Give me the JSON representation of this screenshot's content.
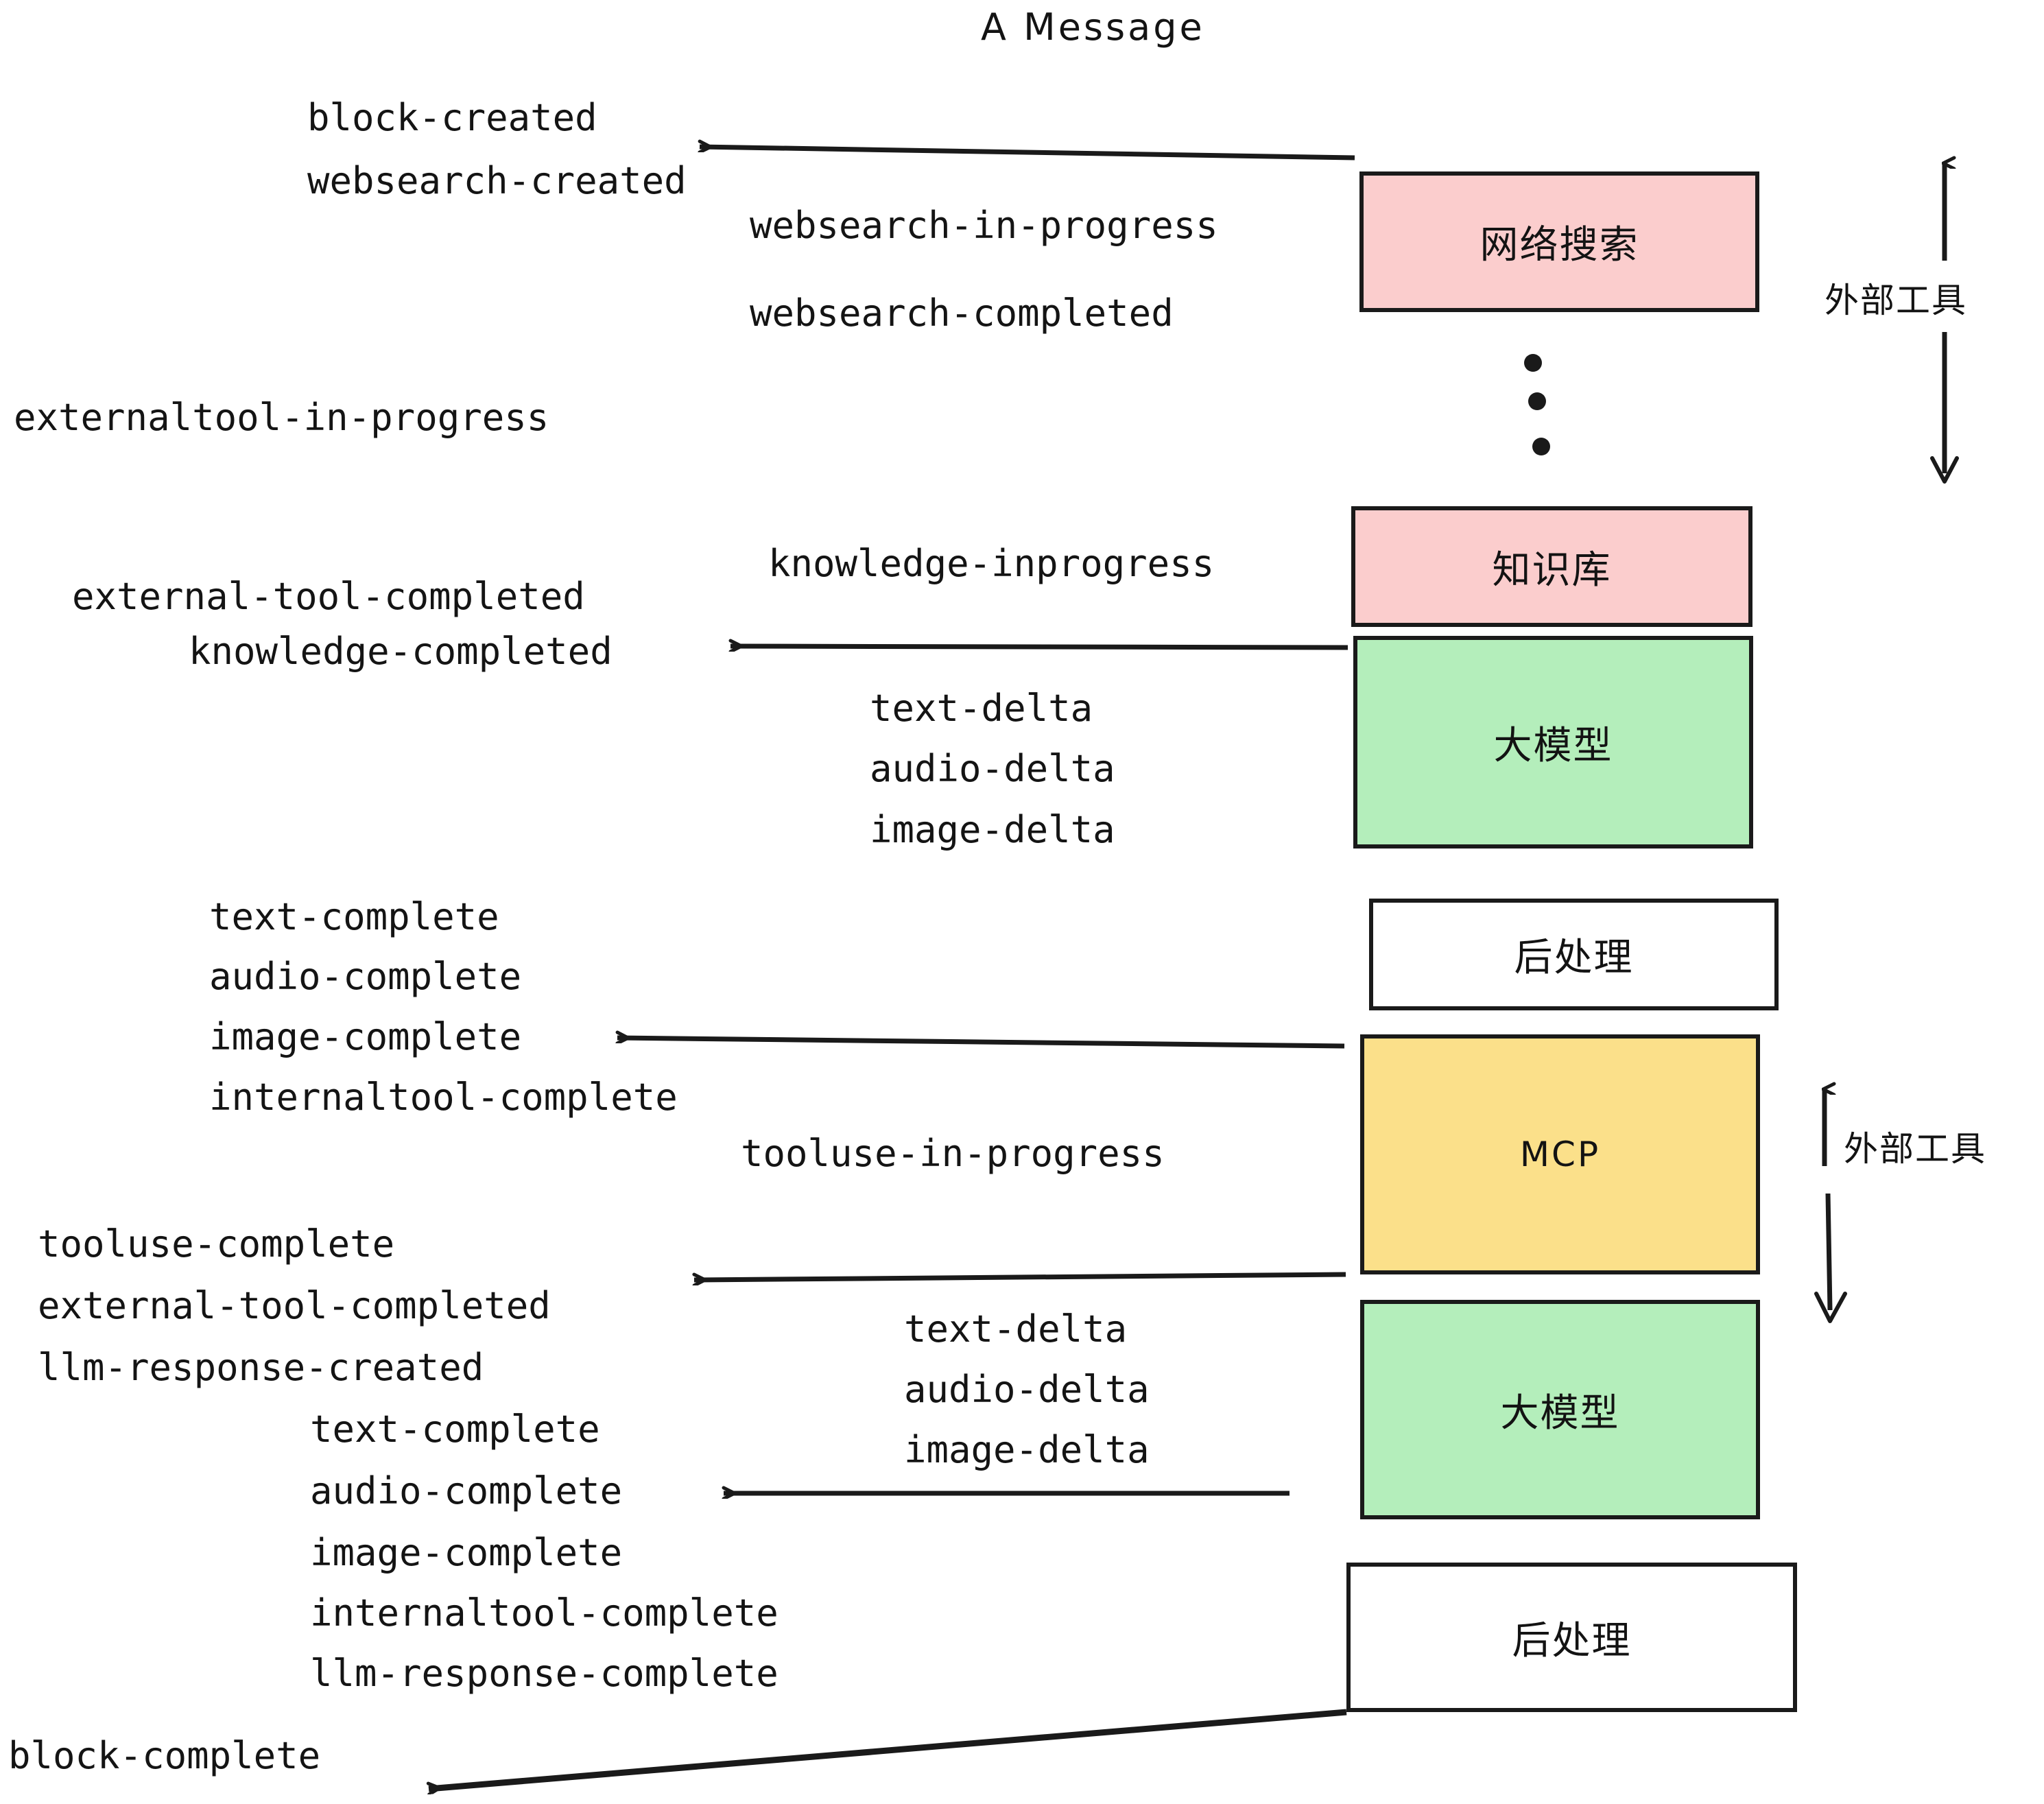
{
  "diagram": {
    "title": "A Message",
    "colors": {
      "pink": "#fbcdcd",
      "green": "#b4eebb",
      "yellow": "#fbe08a",
      "white": "#ffffff",
      "stroke": "#1a1a1a",
      "text": "#131313"
    },
    "nodes": [
      {
        "id": "websearch",
        "label": "网络搜索",
        "fill": "#fbcdcd"
      },
      {
        "id": "knowledge",
        "label": "知识库",
        "fill": "#fbcdcd"
      },
      {
        "id": "llm-1",
        "label": "大模型",
        "fill": "#b4eebb"
      },
      {
        "id": "postproc-1",
        "label": "后处理",
        "fill": "#ffffff"
      },
      {
        "id": "mcp",
        "label": "MCP",
        "fill": "#fbe08a"
      },
      {
        "id": "llm-2",
        "label": "大模型",
        "fill": "#b4eebb"
      },
      {
        "id": "postproc-2",
        "label": "后处理",
        "fill": "#ffffff"
      }
    ],
    "side_labels": [
      {
        "id": "external-tools-top",
        "label": "外部工具"
      },
      {
        "id": "external-tools-bottom",
        "label": "外部工具"
      }
    ],
    "events": [
      {
        "id": "block-created",
        "text": "block-created"
      },
      {
        "id": "websearch-created",
        "text": "websearch-created"
      },
      {
        "id": "websearch-in-progress",
        "text": "websearch-in-progress"
      },
      {
        "id": "websearch-completed",
        "text": "websearch-completed"
      },
      {
        "id": "externaltool-in-progress",
        "text": "externaltool-in-progress"
      },
      {
        "id": "knowledge-inprogress",
        "text": "knowledge-inprogress"
      },
      {
        "id": "external-tool-completed-1",
        "text": "external-tool-completed"
      },
      {
        "id": "knowledge-completed",
        "text": "knowledge-completed"
      },
      {
        "id": "text-delta-1",
        "text": "text-delta"
      },
      {
        "id": "audio-delta-1",
        "text": "audio-delta"
      },
      {
        "id": "image-delta-1",
        "text": "image-delta"
      },
      {
        "id": "text-complete-1",
        "text": "text-complete"
      },
      {
        "id": "audio-complete-1",
        "text": "audio-complete"
      },
      {
        "id": "image-complete-1",
        "text": "image-complete"
      },
      {
        "id": "internaltool-complete-1",
        "text": "internaltool-complete"
      },
      {
        "id": "tooluse-in-progress",
        "text": "tooluse-in-progress"
      },
      {
        "id": "tooluse-complete",
        "text": "tooluse-complete"
      },
      {
        "id": "external-tool-completed-2",
        "text": "external-tool-completed"
      },
      {
        "id": "llm-response-created",
        "text": "llm-response-created"
      },
      {
        "id": "text-delta-2",
        "text": "text-delta"
      },
      {
        "id": "audio-delta-2",
        "text": "audio-delta"
      },
      {
        "id": "image-delta-2",
        "text": "image-delta"
      },
      {
        "id": "text-complete-2",
        "text": "text-complete"
      },
      {
        "id": "audio-complete-2",
        "text": "audio-complete"
      },
      {
        "id": "image-complete-2",
        "text": "image-complete"
      },
      {
        "id": "internaltool-complete-2",
        "text": "internaltool-complete"
      },
      {
        "id": "llm-response-complete",
        "text": "llm-response-complete"
      },
      {
        "id": "block-complete",
        "text": "block-complete"
      }
    ]
  }
}
